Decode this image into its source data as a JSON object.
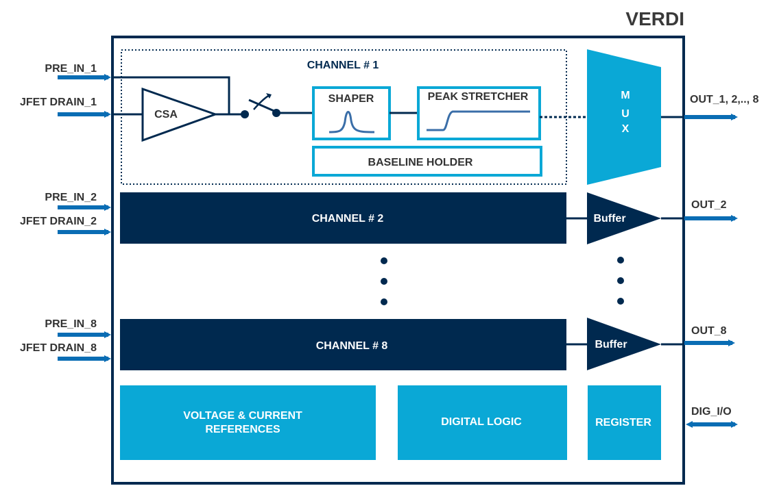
{
  "title": "VERDI",
  "inputs": {
    "pre_in_1": "PRE_IN_1",
    "jfet_drain_1": "JFET DRAIN_1",
    "pre_in_2": "PRE_IN_2",
    "jfet_drain_2": "JFET DRAIN_2",
    "pre_in_8": "PRE_IN_8",
    "jfet_drain_8": "JFET DRAIN_8"
  },
  "outputs": {
    "out_mux": "OUT_1, 2,.., 8",
    "out_2": "OUT_2",
    "out_8": "OUT_8",
    "dig_io": "DIG_I/O"
  },
  "channel1": {
    "label": "CHANNEL # 1",
    "csa": "CSA",
    "shaper": "SHAPER",
    "peak_stretcher": "PEAK STRETCHER",
    "baseline_holder": "BASELINE HOLDER"
  },
  "mux": {
    "m": "M",
    "u": "U",
    "x": "X"
  },
  "channel2": {
    "label": "CHANNEL # 2",
    "buffer": "Buffer"
  },
  "channel8": {
    "label": "CHANNEL # 8",
    "buffer": "Buffer"
  },
  "bottom_blocks": {
    "references_line1": "VOLTAGE & CURRENT",
    "references_line2": "REFERENCES",
    "digital_logic": "DIGITAL LOGIC",
    "register": "REGISTER"
  },
  "colors": {
    "dark_navy": "#00294f",
    "cyan": "#0aa8d6",
    "arrow_blue": "#0a6db4",
    "text_dark": "#333333",
    "title_gray": "#3a3a3a"
  }
}
